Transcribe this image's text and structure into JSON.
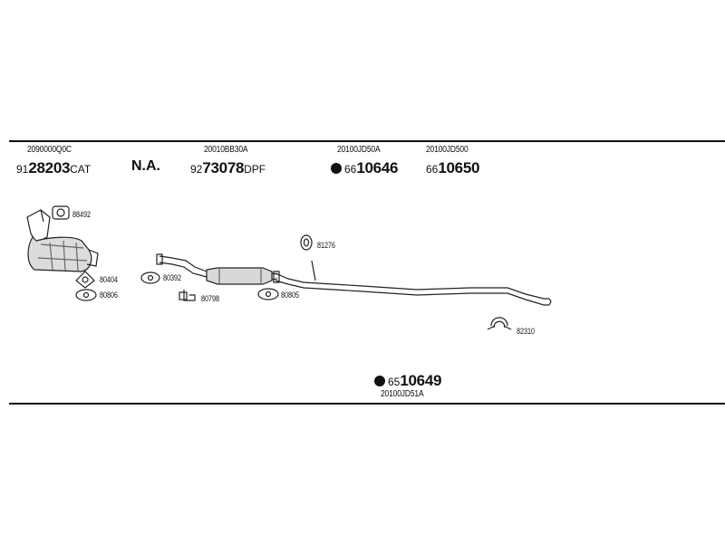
{
  "header": {
    "oe_numbers": [
      "2090000Q0C",
      "20010BB30A",
      "20100JD50A",
      "20100JD500"
    ],
    "parts": [
      {
        "prefix": "91",
        "main": "28203",
        "suffix": "CAT"
      },
      {
        "prefix": "92",
        "main": "73078",
        "suffix": "DPF"
      },
      {
        "prefix": "66",
        "main": "10646",
        "suffix": ""
      },
      {
        "prefix": "66",
        "main": "10650",
        "suffix": ""
      }
    ],
    "na_text": "N.A."
  },
  "components": {
    "gasket_88492": "88492",
    "gasket_80404": "80404",
    "gasket_80806": "80806",
    "gasket_80392": "80392",
    "clamp_80798": "80798",
    "gasket_80805": "80805",
    "ring_81276": "81276",
    "clamp_82310": "82310"
  },
  "bottom_part": {
    "prefix": "65",
    "main": "10649",
    "oe_number": "20100JD51A"
  }
}
